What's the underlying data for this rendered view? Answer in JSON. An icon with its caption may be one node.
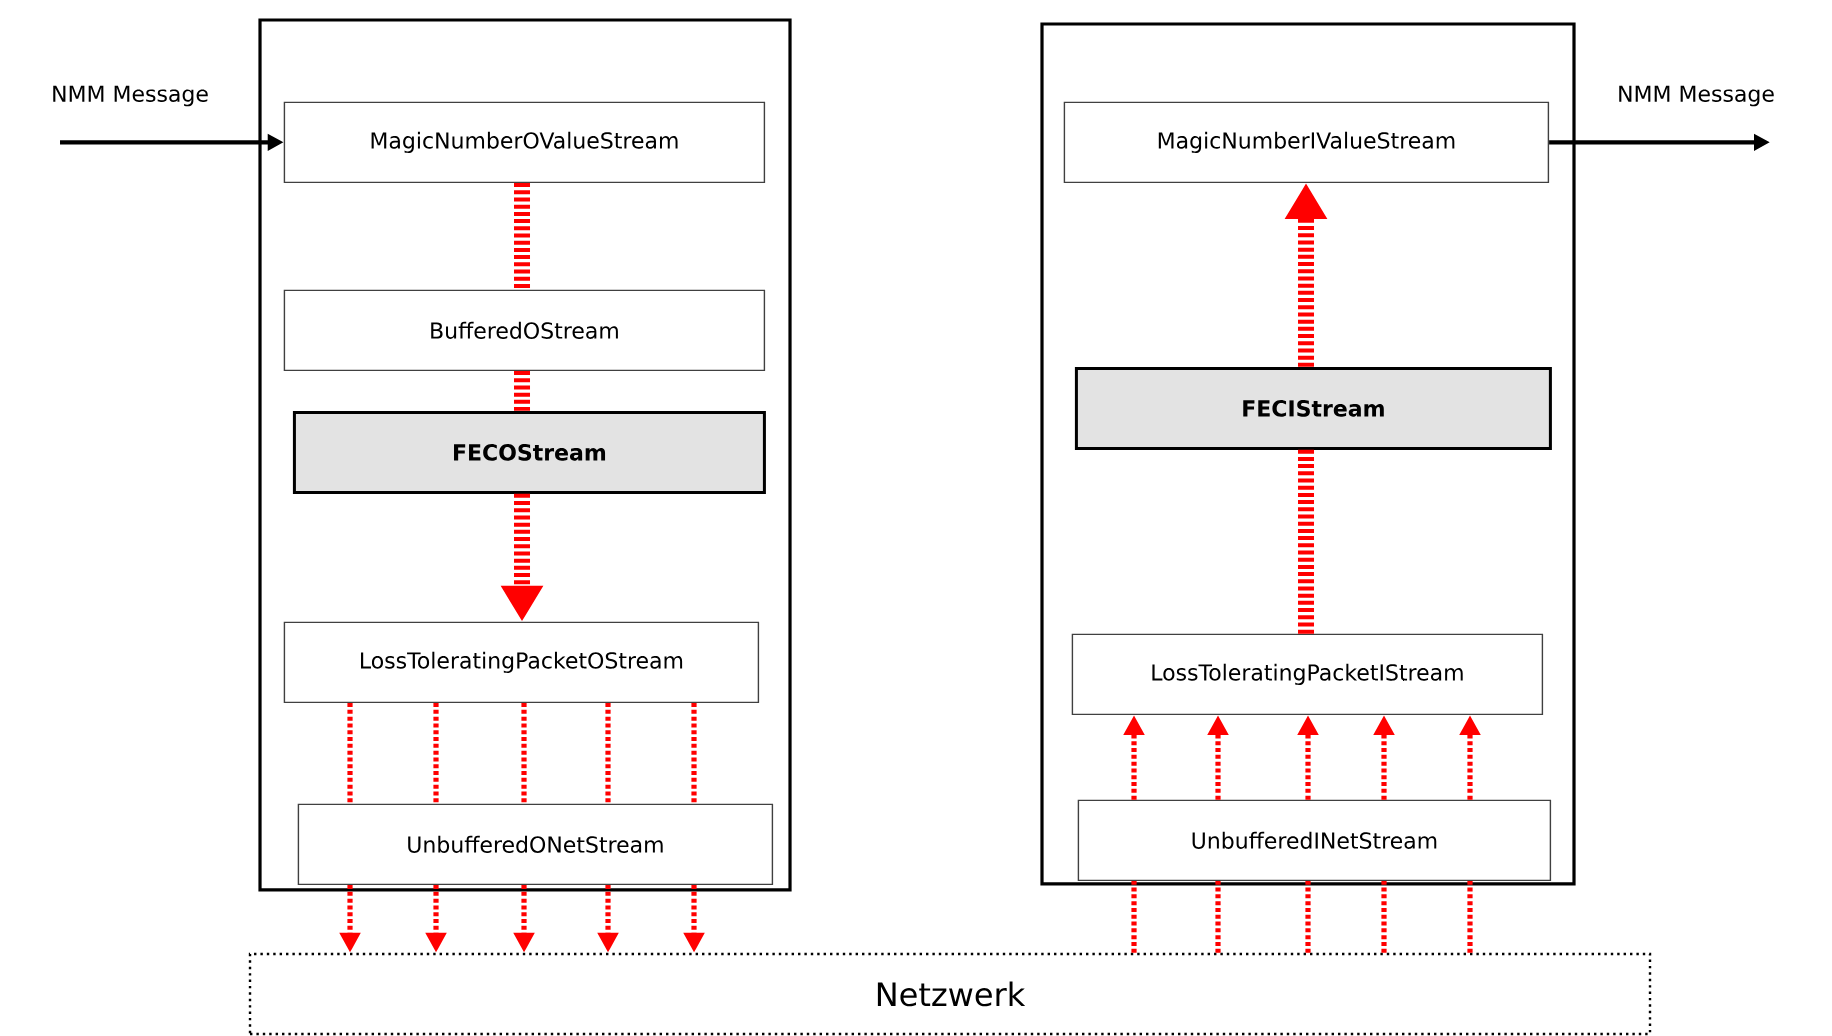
{
  "diagram": {
    "nodes": [
      {
        "text": [],
        "shape": "box"
      },
      {
        "text": [
          "MagicNumberOValueStream"
        ],
        "in": 0
      },
      {
        "text": [
          "BufferedOStream"
        ],
        "in": 0
      },
      {
        "text": [
          "FECOStream"
        ],
        "in": 0
      },
      {
        "text": [
          "LossToleratingPacketOStream"
        ],
        "in": 0
      },
      {
        "text": [
          "UnbufferedONetStream"
        ],
        "in": 0
      },
      {
        "text": [],
        "shape": "box"
      },
      {
        "text": [
          "MagicNumberIValueStream"
        ],
        "in": 6
      },
      {
        "text": [
          "FECIStream"
        ],
        "in": 6
      },
      {
        "text": [
          "LossToleratingPacketIStream"
        ],
        "in": 6
      },
      {
        "text": [
          "UnbufferedINetStream"
        ],
        "in": 6
      },
      {
        "text": [
          "Netzwerk"
        ]
      }
    ],
    "edges": [
      {
        "from": null,
        "to": 1,
        "arrow": "to",
        "label": "NMM Message",
        "color": "#000000"
      },
      {
        "from": 1,
        "to": 2,
        "arrow": "none",
        "style": "dashed"
      },
      {
        "from": 2,
        "to": 3,
        "arrow": "none",
        "style": "dashed"
      },
      {
        "from": 3,
        "to": 4,
        "arrow": "to",
        "style": "dashed"
      },
      {
        "from": 4,
        "to": 5,
        "arrow": "none",
        "style": "dashed"
      },
      {
        "from": 4,
        "to": 5,
        "arrow": "none",
        "style": "dashed"
      },
      {
        "from": 4,
        "to": 5,
        "arrow": "none",
        "style": "dashed"
      },
      {
        "from": 4,
        "to": 5,
        "arrow": "none",
        "style": "dashed"
      },
      {
        "from": 4,
        "to": 5,
        "arrow": "none",
        "style": "dashed"
      },
      {
        "from": 5,
        "to": 11,
        "arrow": "to",
        "style": "dashed"
      },
      {
        "from": 5,
        "to": 11,
        "arrow": "to",
        "style": "dashed"
      },
      {
        "from": 5,
        "to": 11,
        "arrow": "to",
        "style": "dashed"
      },
      {
        "from": 5,
        "to": 11,
        "arrow": "to",
        "style": "dashed"
      },
      {
        "from": 5,
        "to": 11,
        "arrow": "to",
        "style": "dashed"
      },
      {
        "from": 11,
        "to": 10,
        "arrow": "none",
        "style": "dashed"
      },
      {
        "from": 11,
        "to": 10,
        "arrow": "none",
        "style": "dashed"
      },
      {
        "from": 11,
        "to": 10,
        "arrow": "none",
        "style": "dashed"
      },
      {
        "from": 11,
        "to": 10,
        "arrow": "none",
        "style": "dashed"
      },
      {
        "from": 11,
        "to": 10,
        "arrow": "none",
        "style": "dashed"
      },
      {
        "from": 10,
        "to": 9,
        "arrow": "to",
        "style": "dashed"
      },
      {
        "from": 10,
        "to": 9,
        "arrow": "to",
        "style": "dashed"
      },
      {
        "from": 10,
        "to": 9,
        "arrow": "to",
        "style": "dashed"
      },
      {
        "from": 10,
        "to": 9,
        "arrow": "to",
        "style": "dashed"
      },
      {
        "from": 10,
        "to": 9,
        "arrow": "to",
        "style": "dashed"
      },
      {
        "from": 9,
        "to": 8,
        "arrow": "none",
        "style": "dashed"
      },
      {
        "from": 8,
        "to": 7,
        "arrow": "to",
        "style": "dashed"
      },
      {
        "from": 7,
        "to": null,
        "arrow": "to",
        "label": "NMM Message",
        "color": "#000000"
      }
    ]
  }
}
